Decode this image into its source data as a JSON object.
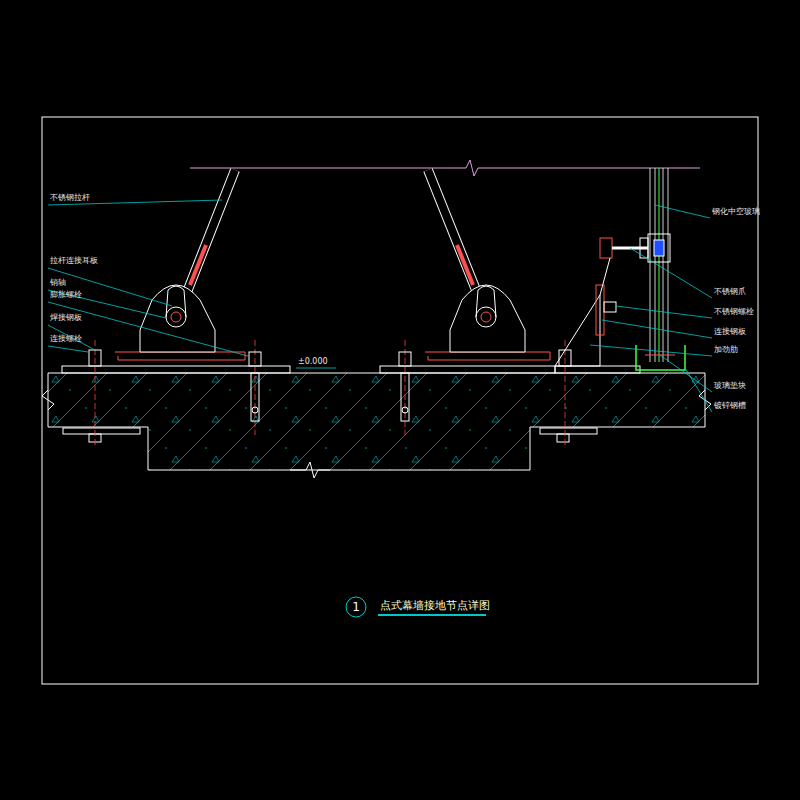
{
  "diagram": {
    "caption": "点式幕墙接地节点详图",
    "labels": [
      "不锈钢拉杆",
      "拉杆连接耳板",
      "销轴",
      "膨胀螺栓",
      "焊接钢板",
      "连接螺栓",
      "±0.000",
      "钢化中空玻璃",
      "不锈钢爪",
      "不锈钢螺栓",
      "连接钢板",
      "加劲肋",
      "玻璃垫块",
      "镀锌钢槽",
      "1"
    ]
  }
}
